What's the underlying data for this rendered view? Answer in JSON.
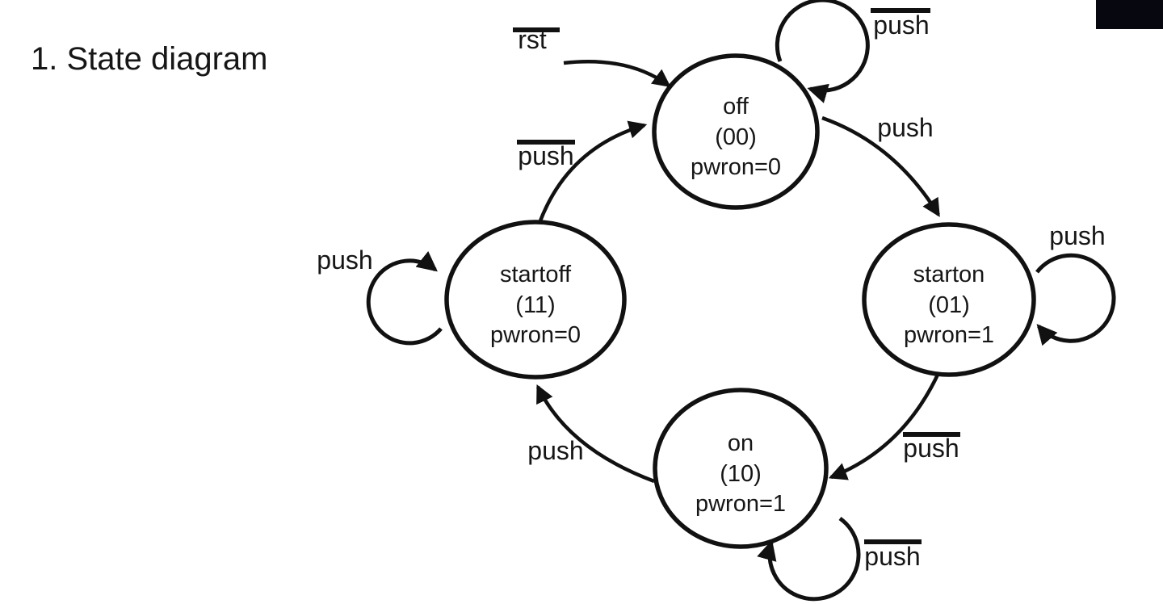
{
  "title": "1. State diagram",
  "colors": {
    "ink": "#111111",
    "background": "#ffffff",
    "corner_media_fill": "#07070f"
  },
  "diagram": {
    "type": "finite-state-machine",
    "states": {
      "off": {
        "name": "off",
        "code": "(00)",
        "output": "pwron=0"
      },
      "starton": {
        "name": "starton",
        "code": "(01)",
        "output": "pwron=1"
      },
      "on": {
        "name": "on",
        "code": "(10)",
        "output": "pwron=1"
      },
      "startoff": {
        "name": "startoff",
        "code": "(11)",
        "output": "pwron=0"
      }
    },
    "transitions": {
      "reset": {
        "from": "(external)",
        "to": "off",
        "label": "rst",
        "negated": true
      },
      "off_self": {
        "from": "off",
        "to": "off",
        "label": "push",
        "negated": true
      },
      "off_to_starton": {
        "from": "off",
        "to": "starton",
        "label": "push",
        "negated": false
      },
      "starton_self": {
        "from": "starton",
        "to": "starton",
        "label": "push",
        "negated": false
      },
      "starton_to_on": {
        "from": "starton",
        "to": "on",
        "label": "push",
        "negated": true
      },
      "on_self": {
        "from": "on",
        "to": "on",
        "label": "push",
        "negated": true
      },
      "on_to_startoff": {
        "from": "on",
        "to": "startoff",
        "label": "push",
        "negated": false
      },
      "startoff_self": {
        "from": "startoff",
        "to": "startoff",
        "label": "push",
        "negated": false
      },
      "startoff_to_off": {
        "from": "startoff",
        "to": "off",
        "label": "push",
        "negated": true
      }
    }
  }
}
